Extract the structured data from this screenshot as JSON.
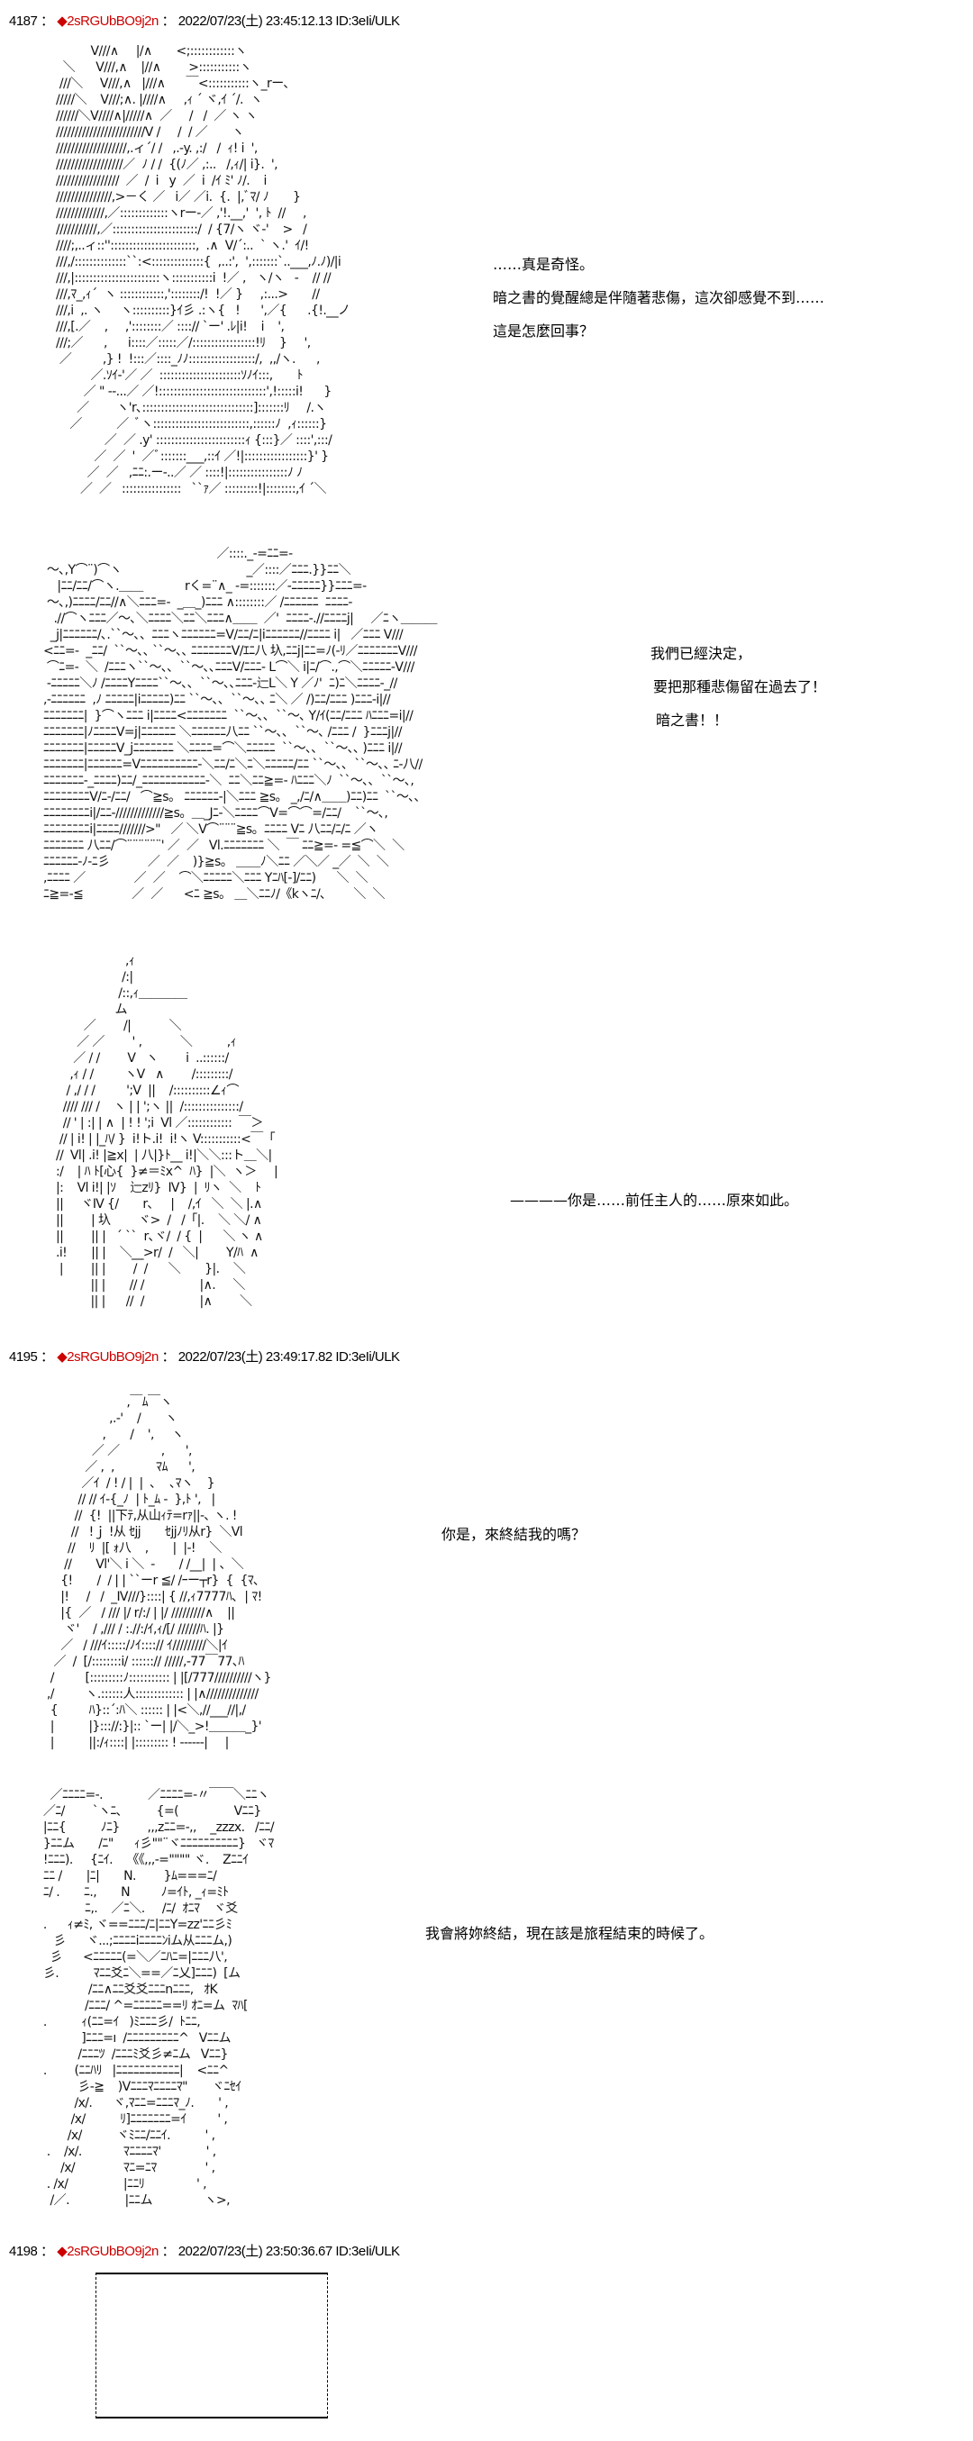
{
  "posts": [
    {
      "number": "4187",
      "separator": "：",
      "trip_icon": "diamond",
      "trip": "2sRGUbBO9j2n",
      "datetime": "2022/07/23(土) 23:45:12.13",
      "id": "ID:3eIi/ULK",
      "panels": [
        {
          "ascii_art": "          V///∧     |/∧       <;::::::::::::ヽ\n  ＼      V///,∧    |//∧        >:::::::::::ヽ\n ///＼     V///,∧   |///∧      ￣<:::::::::::ヽ_rー､\n/////＼    V///;∧. |////∧     ,ｨ ´ ヾ,ｲ ´/.  ヽ\n//////＼V////∧|/////∧  ／     /   /  ／ ヽ ヽ\n////////////////////////V /     /  / ／       ヽ\n///////////////////,.ィ´/ /   ,.-y. ,:/   /  ｨ! i  ',\n//////////////////／  ﾉ / /  {(ﾉ／ ,:..   /,ｨ/| i}.  ',\n/////////////////  ／  /  i   y  ／  i  /ｲ ﾐ' ﾉ/.    i\n///////////////,>－く ／   i／ ／i.  {.  |,ﾞﾏ/ ﾉ       }\n/////////////,／:::::::::::::ヽrー-／ ,'!.__,'  ', ﾄ  //     ,\n///////////,／:::::::::::::::::::::::/  / {7/ヽ ヾ-'    >   /\n////;,..ィ::'':::::::::::::::::::::::,  .∧  V/´:..  ` ヽ.'  ｲ/!\n///,/::::::::::::::``:<::::::::::::::{  ,..:',  ',:::::::`..___,ﾉ.ﾉ)/|i\n///,|:::::::::::::::::::::::ヽ:::::::::::i  !／ ,   ヽ/ヽ   -    // //\n///,ﾏ_,ｨ´  ヽ ::::::::::::,'::::::::/!  !／ }     ,:...>       //\n///,i  ,. ヽ     ヽ::::::::::}ｲ彡 .:ヽ{   !      ',／{      .{!.__ノ\n///,[.／    ,     ,'::::::::／ ::::// `ー' .ﾚ|i!    i    ',\n///;／      ,      i::::／:::::／/:::::::::::::::::!ﾘ    }     ',\n ／         ,} !  !:::／::::_ﾉﾉ::::::::::::::::::/,  ,,/ヽ.      ,\n          ／.ｿｲ-'／ ／  ::::::::::::::::::::::ｿﾉｲ:::,       ﾄ\n        ／ \" ‐-...／ ／!:::::::::::::::::::::::::::::',!:::::i!      }\n      ／        ヽ'r､::::::::::::::::::::::::::::::]:::::::ﾘ     /.ヽ\n    ／          ／  ﾞヽ::::::::::::::::::::::::::,::::::ﾉ  ,ｨ::::::}\n              ／  ／ .y' ::::::::::::::::::::::::ｨ {:::}／ ::::',:::/\n           ／  ／  '  ／ﾞ:::::::___,::ｲ ／!|:::::::::::::::::}' }\n         ／  ／   ,ﾆﾆ:.ー-..／ ／ ::::!|::::::::::::::::ﾉ ﾉ\n       ／  ／   ::::::::::::::::   ``ｧ／ :::::::::!|::::::::,ｲ ´＼",
          "lines": [
            "……真是奇怪。",
            "暗之書的覺醒總是伴隨著悲傷，這次卻感覺不到……",
            "這是怎麼回事？"
          ]
        },
        {
          "ascii_art": "                                                  ／::::._-=ﾆﾆ=-\n ～､,Y⌒¨)⌒ヽ                                    _／::::／ﾆﾆﾆ.}}ﾆﾆ＼\n    |ﾆﾆ/ﾆﾆ/⌒ヽ.＿＿            rく=¨∧_ -=:::::::／-ﾆﾆﾆﾆﾆ}}ﾆﾆﾆ=-\n ～､,)ﾆﾆﾆﾆ/ﾆﾆ//∧＼ﾆﾆﾆ=-  _＿_)ﾆﾆﾆ ∧::::::::／ /ﾆﾆﾆﾆﾆﾆ  ﾆﾆﾆﾆ-\n   .//⌒ヽﾆﾆﾆ／～､＼ﾆﾆﾆﾆ＼ﾆﾆ＼ﾆﾆﾆ∧＿＿  ／'  ﾆﾆﾆﾆ-.//ﾆﾆﾆﾆj|     ／ﾆヽ＿＿＿\n  _j|ﾆﾆﾆﾆﾆﾆ/､.``～､、ﾆﾆﾆヽﾆﾆﾆﾆﾆﾆ=V/ﾆﾆ/ﾆ|iﾆﾆﾆﾆﾆﾆ//ﾆﾆﾆﾆ i|   ／ﾆﾆﾆ V///\n<ﾆﾆ=-  _ﾆﾆ/  ``～､､ ``～､､ ﾆﾆﾆﾆﾆﾆﾆV/ｴﾆ八 圦,ﾆﾆj|ﾆﾆ=ﾉ(-ﾘ／ﾆﾆﾆﾆﾆﾆﾆV///\n ⌒ﾆ=-  ＼  /ﾆﾆﾆヽ``～､､  ``～､､ﾆﾆﾆV/ﾆﾆﾆ- L⌒＼ i|ﾆ/⌒.,⌒＼ﾆﾆﾆﾆﾆ-V///\n -ﾆﾆﾆﾆﾆ＼ﾉ /ﾆﾆﾆﾆYﾆﾆﾆﾆ``～､､  ``～､､ﾆﾆﾆ-辷L＼ Y ／ﾉ'  ﾆ)ﾆ＼ﾆﾆﾆﾆ-_//\n,-ﾆﾆﾆﾆﾆﾆ  ,ﾉ ﾆﾆﾆﾆﾆ|iﾆﾆﾆﾆﾆ)ﾆﾆ ``～､､  ``～､､ ﾆ＼ ／ /)ﾆﾆ/ﾆﾆﾆ )ﾆﾆﾆ-i|//\nﾆﾆﾆﾆﾆﾆﾆ|  }⌒ヽﾆﾆﾆ i|ﾆﾆﾆﾆ<ﾆﾆﾆﾆﾆﾆﾆ  ``～､､  ``～､ Y/ｲ(ﾆﾆ/ﾆﾆﾆ ﾊﾆﾆﾆ=i|//\nﾆﾆﾆﾆﾆﾆﾆ|ﾉﾆﾆﾆﾆV=j|ﾆﾆﾆﾆﾆﾆ ＼ﾆﾆﾆﾆﾆﾆ八ﾆﾆ ``～､､  ``～､ /ﾆﾆﾆ /  }ﾆﾆﾆj|//\nﾆﾆﾆﾆﾆﾆﾆ|ﾆﾆﾆﾆﾆV_jﾆﾆﾆﾆﾆﾆﾆ ＼ﾆﾆﾆﾆ=⌒＼ﾆﾆﾆﾆﾆ  ``～､､  ``～､､ )ﾆﾆﾆ i|//\nﾆﾆﾆﾆﾆﾆﾆ|ﾆﾆﾆﾆﾆﾆ=Vﾆﾆﾆﾆﾆﾆﾆﾆﾆﾆ-＼ﾆﾆ/ﾆ＼ﾆ＼ﾆﾆﾆﾆﾆ/ﾆﾆ ``～､､  ``～､､ ﾆ-八//\nﾆﾆﾆﾆﾆﾆﾆ-_ﾆﾆﾆﾆ)ﾆﾆ/_ﾆﾆﾆﾆﾆﾆﾆﾆﾆﾆﾆ-＼  ﾆﾆ＼ﾆﾆ≧=- ﾊﾆﾆﾆ＼ﾉ  ``～､､  ``～､,\nﾆﾆﾆﾆﾆﾆﾆﾆV/ﾆ-/ﾆﾆ/   ⌒≧s。 ﾆﾆﾆﾆﾆﾆ-|＼ﾆﾆﾆ ≧s。 _,/ﾆ/∧＿＿)ﾆﾆ)ﾆﾆ  ``～､､\nﾆﾆﾆﾆﾆﾆﾆﾆi|/ﾆﾆ-/////////////≧s。＿_Jﾆ-＼ﾆﾆﾆﾆ⌒V=⌒⌒=/ﾆﾆ/    ``～､,\nﾆﾆﾆﾆﾆﾆﾆﾆi|ﾆﾆﾆﾆ///////>\"   ／ ＼V⌒¨¨¨≧s。ﾆﾆﾆﾆ Vﾆ 八ﾆﾆ/ﾆ/ﾆ ／ヽ\nﾆﾆﾆﾆﾆﾆﾆ 八ﾆﾆ/⌒¨¨¨¨¨¨' ／  ／   Vl.ﾆﾆﾆﾆﾆﾆﾆ ＼  ￣ ﾆﾆ≧=- =≦⌒＼  ＼\nﾆﾆﾆﾆﾆﾆ-ﾉ-ﾆ彡           ／  ／    )}≧s。 ＿＿ﾉ＼ﾆﾆ ／＼／ _／  ＼  ＼\n,ﾆﾆﾆﾆ ／              ／  ／    ⌒＼ﾆﾆﾆﾆﾆ＼ﾆﾆﾆ Yﾆﾊ[-]/ﾆﾆ)      ＼  ＼\nﾆ≧=-≦              ／  ／      <ﾆ ≧s。 ＿＼ﾆﾆﾉ/《kヽﾆ/､        ＼  ＼",
          "lines": [
            "我們已經決定，",
            "要把那種悲傷留在過去了！",
            "暗之書！！"
          ]
        },
        {
          "ascii_art": "                    ,ｨ\n                   /:|\n                  /::,ｨ＿＿＿＿\n                 ム\n        ／        /|           ＼\n      ／ ／        ' ,           ＼          ,ｨ\n     ／ / /        V   ヽ        i  ..::::::/\n    ,ｨ / /         ヽV   ∧        /:::::::::/\n   / ,/ / /         ';V  ||    /::::::::::∠ｨ⌒\n  //// /// /    ヽ | | ';ヽ ||  /:::::::::::::::/\n  // ' | :| | ∧  | ! ! ';i  Vl ／::::::::::::  ￣＞\n // | i! | |_ﾊ/ }  i!ト.i!  i!ヽ V:::::::::::<￣「\n//  Vl| .i! |≧x|  | 八|}ﾄ__ i!|＼＼:::ト＿＼|\n:/    | ﾊ ﾄ[心{  }≠＝ﾐx^  ﾊ}  |＼  ヽ＞     |\n|:    Vl i!| |ｿ    辷zﾘ}  Ⅳ}  |  ﾘヽ  ＼    ﾄ\n||     ヾⅣ {/       r､     |    /,ｲ   ＼  ＼ |.∧\n||        | 圦        ヾ>  /   /「|.    ＼ ＼/ ∧\n||        || |   ´ ``  r､ヾ/  / {  |      ＼ ヽ ∧\n.i!       || |    ＼__>r/  /   ＼|        Y/ﾊ  ∧\n |        || |        /  /      ＼       }|.    ＼\n          || |       // /                |∧.     ＼\n          || |      //  /                |∧        ＼",
          "lines": [
            "————你是……前任主人的……原來如此。"
          ]
        }
      ]
    },
    {
      "number": "4195",
      "separator": "：",
      "trip_icon": "diamond",
      "trip": "2sRGUbBO9j2n",
      "datetime": "2022/07/23(土) 23:49:17.82",
      "id": "ID:3eIi/ULK",
      "panels": [
        {
          "ascii_art": "                        ,￣ﾑ￣ヽ\n                   ,.-'    /       ヽ\n                 ,       /    ',     ヽ\n              ／ ／            ,      ',\n            ／ ,  ,            ﾏﾑ      ',\n           ／ｲ  / ! / |  |  ､    ､ﾏヽ    }\n          // // ｲ-{_ﾉ  | ﾄ_ﾑ -  },ﾄ ',   |\n         //  {!  ||下ﾃ,从山ｨﾃ=rｧ||-､ ヽ. !\n        //   !ｊ !从 ｾjj       ｾjjﾉﾘ从r}  ＼Vl\n       //    ﾘ  |[ ｫ八    ,       |  |-!    ＼\n      //       Vl'＼ i ＼  -       / /__|  | 、＼\n     {!       /  / | | ``ーr ≦/ /ｰー┬r}  {  {ﾏ､\n     |!     /   /  _Ⅳ///}::::| { //,ｨ7777ﾊ､  | ﾏ!\n     |{  ／   / /// |/ r/:/ | |/ /////////∧    ||\n      ヾ'    / ,/// / :.//:/ｲ,ｨ/[/ //////ﾊ. |}\n     ／   / ///ｲ:::::/ﾉｲ::::// ｲ/////////＼|ｲ\n   ／  /  [/::::::::i/ ::::::// /////,-77￣77､ﾊ\n  /         [:::::::::ﾉ::::::::::: | |[/777//////////ヽ}\n ,/         ヽ.::::::人::::::::::::: | |∧//////////////\n  {         ﾊ}::´:ﾊ＼ :::::: | |<＼,//___//|,/\n  |          |}::://:}|:: `ー| |/＼_>!＿＿＿_}'\n  |          ||:/ｨ::::| |::::::::: ! ‐-----|     |",
          "lines": [
            "你是，來終結我的嗎？"
          ]
        },
        {
          "ascii_art": "   ／ﾆﾆﾆﾆ=-.             ／ﾆﾆﾆﾆ=-〃￣￣＼ﾆﾆヽ\n ／ﾆ/        `ヽﾆ､          {=(                Vﾆﾆ}\n |ﾆﾆ{          ﾉﾆ}        ,,,zﾆﾆ=-,,    _zzzx.   /ﾆﾆ/\n }ﾆﾆム       /ﾆ\"      ｨ彡\"\"¨ヾﾆﾆﾆﾆﾆﾆﾆﾆﾆﾆ}   ヾﾏ\n !ﾆﾆﾆ).     {ﾆｲ.    《《,,,-=\"\"\"\" ヾ.    Zﾆﾆｲ\n ﾆﾆ /       |ﾆ|       N.        }ﾑ===ﾆ/\n ﾆ/ .       ﾆ.,       N         ﾉ=ｲﾄ, _ｨ=ﾐﾄ\n             ﾆ,.    ／ﾆ＼.     /ﾆ/  ｵﾆﾏ    ヾ爻\n .      ｨ≠ﾐ, ヾ==ﾆﾆﾆ/ﾆ|ﾆﾆY=zz'ﾆﾆ彡ﾐ\n    彡      ヾ...;ﾆﾆﾆﾆiﾆﾆﾆﾆﾝiム从ﾆﾆﾆム,)\n   彡      <ﾆﾆﾆﾆﾆ(=＼／ﾆﾊﾆ=|ﾆﾆﾆ八',\n 彡.          ﾏﾆﾆ爻ﾆ＼==／ﾆ乂]ﾆﾆﾆ)  [ム\n              /ﾆﾆ∧ﾆﾆ爻爻ﾆﾆﾆnﾆﾆﾆ,   ｵK\n             /ﾆﾆﾆ/ ^=ﾆﾆﾆﾆﾆ==ﾘ ｵﾆ=ム  ﾏﾊ[\n .          ｨ(ﾆﾆ=ｲ   )ﾐﾆﾆﾆ彡/  ﾄﾆﾆ,\n            ]ﾆﾆﾆ=ı  /ﾆﾆﾆﾆﾆﾆﾆﾆﾆ^   Vﾆﾆム\n           /ﾆﾆﾆﾂ  /ﾆﾆﾆﾐ爻彡≠ﾆム   Vﾆﾆ}\n .        (ﾆﾆﾊﾘ   |ﾆﾆﾆﾆﾆﾆﾆﾆﾆﾆﾆ|    <ﾆﾆ^\n           彡-≧    )Vﾆﾆﾆﾏﾆﾆﾆﾆﾏ\"       ヾﾆｾｲ\n          /x/.      ヾ,ﾏﾆﾆ=ﾆﾆﾆﾏ_ﾉ.       ' ,\n         /x/          ﾘ]ﾆﾆﾆﾆﾆﾆﾆ=ｲ         ' ,\n        /x/          ヾﾐﾆﾆ/ﾆﾆｲ.          ' ,\n  .    /x/.            ﾏﾆﾆﾆﾆﾏ'             ' ,\n      /x/              ﾏﾆ=ﾆﾏ              ' ,\n  . /x/                |ﾆﾆﾘ               ' ,\n   /／.                |ﾆﾆム               ヽ>,",
          "lines": [
            "我會將妳終結，現在該是旅程結束的時候了。"
          ]
        }
      ]
    },
    {
      "number": "4198",
      "separator": "：",
      "trip_icon": "diamond",
      "trip": "2sRGUbBO9j2n",
      "datetime": "2022/07/23(土) 23:50:36.67",
      "id": "ID:3eIi/ULK",
      "panels": [
        {
          "frame": "empty-box"
        }
      ]
    }
  ],
  "colors": {
    "trip": "#cc0000",
    "text": "#000000",
    "background": "#ffffff"
  }
}
